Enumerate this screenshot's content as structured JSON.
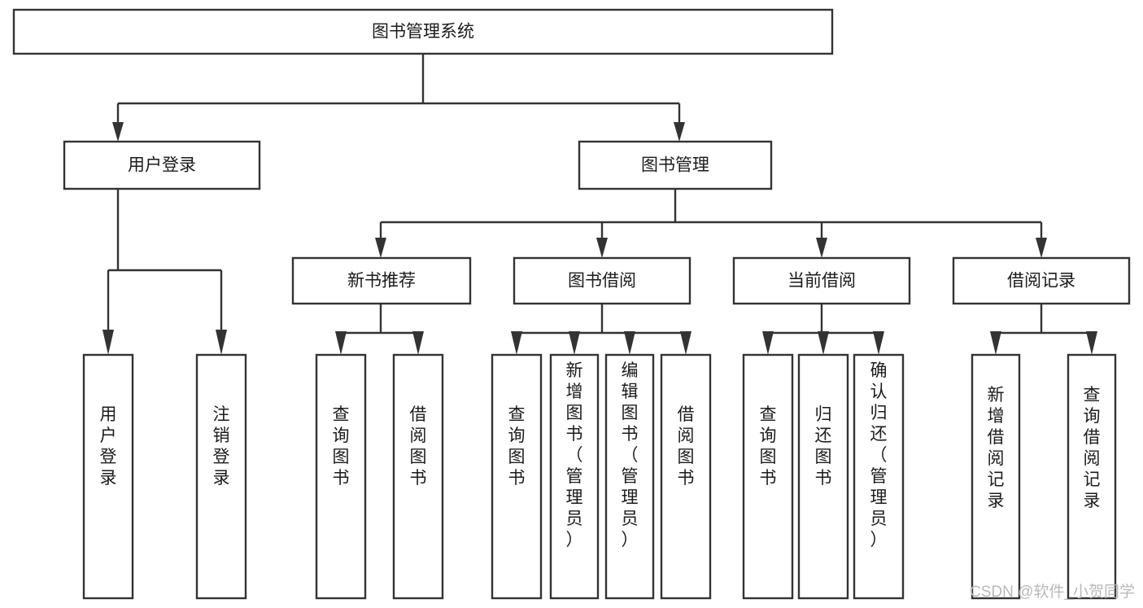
{
  "diagram": {
    "type": "hierarchy-tree",
    "title": "图书管理系统",
    "orientation": "top-down",
    "levels": 4,
    "root": {
      "id": "root",
      "label": "图书管理系统",
      "text_orientation": "horizontal"
    },
    "level2": [
      {
        "id": "user-login",
        "label": "用户登录",
        "text_orientation": "horizontal"
      },
      {
        "id": "book-manage",
        "label": "图书管理",
        "text_orientation": "horizontal"
      }
    ],
    "level3": [
      {
        "id": "new-book-rec",
        "label": "新书推荐",
        "parent": "book-manage",
        "text_orientation": "horizontal"
      },
      {
        "id": "book-borrow",
        "label": "图书借阅",
        "parent": "book-manage",
        "text_orientation": "horizontal"
      },
      {
        "id": "current-borrow",
        "label": "当前借阅",
        "parent": "book-manage",
        "text_orientation": "horizontal"
      },
      {
        "id": "borrow-record",
        "label": "借阅记录",
        "parent": "book-manage",
        "text_orientation": "horizontal"
      }
    ],
    "leaves": [
      {
        "id": "leaf-user-login",
        "label": "用户登录",
        "parent": "user-login",
        "text_orientation": "vertical"
      },
      {
        "id": "leaf-user-logout",
        "label": "注销登录",
        "parent": "user-login",
        "text_orientation": "vertical"
      },
      {
        "id": "leaf-query-book-1",
        "label": "查询图书",
        "parent": "new-book-rec",
        "text_orientation": "vertical"
      },
      {
        "id": "leaf-borrow-book-1",
        "label": "借阅图书",
        "parent": "new-book-rec",
        "text_orientation": "vertical"
      },
      {
        "id": "leaf-query-book-2",
        "label": "查询图书",
        "parent": "book-borrow",
        "text_orientation": "vertical"
      },
      {
        "id": "leaf-add-book",
        "label": "新增图书（管理员）",
        "parent": "book-borrow",
        "text_orientation": "vertical"
      },
      {
        "id": "leaf-edit-book",
        "label": "编辑图书（管理员）",
        "parent": "book-borrow",
        "text_orientation": "vertical"
      },
      {
        "id": "leaf-borrow-book-2",
        "label": "借阅图书",
        "parent": "book-borrow",
        "text_orientation": "vertical"
      },
      {
        "id": "leaf-query-book-3",
        "label": "查询图书",
        "parent": "current-borrow",
        "text_orientation": "vertical"
      },
      {
        "id": "leaf-return-book",
        "label": "归还图书",
        "parent": "current-borrow",
        "text_orientation": "vertical"
      },
      {
        "id": "leaf-confirm-return",
        "label": "确认归还（管理员）",
        "parent": "current-borrow",
        "text_orientation": "vertical"
      },
      {
        "id": "leaf-add-record",
        "label": "新增借阅记录",
        "parent": "borrow-record",
        "text_orientation": "vertical"
      },
      {
        "id": "leaf-query-record",
        "label": "查询借阅记录",
        "parent": "borrow-record",
        "text_orientation": "vertical"
      }
    ],
    "colors": {
      "stroke": "#333333",
      "box_fill": "#ffffff",
      "text": "#1b1b1b",
      "background": "#ffffff",
      "watermark": "#b9b9b9"
    }
  },
  "watermark": {
    "label": "CSDN @软件_小贺同学"
  }
}
